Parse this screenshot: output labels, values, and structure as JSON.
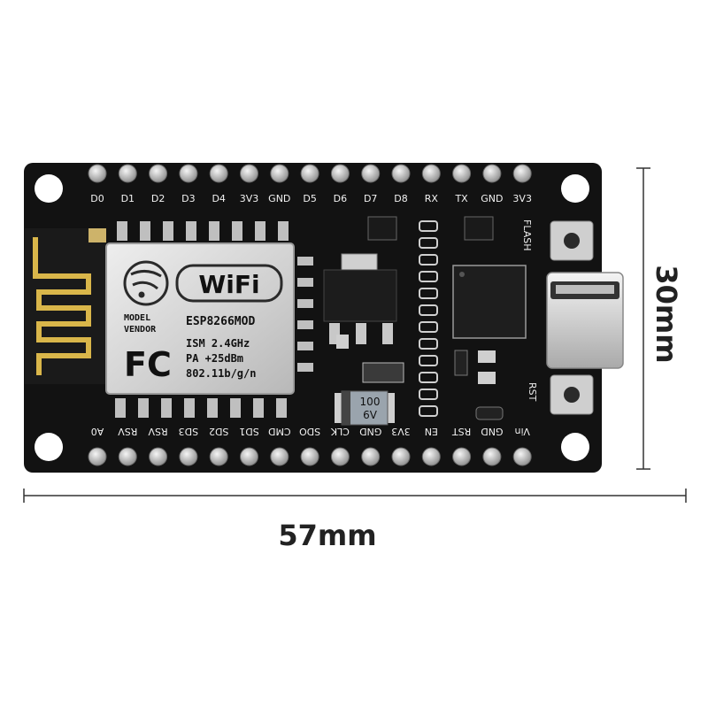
{
  "dimensions": {
    "width_label": "57mm",
    "height_label": "30mm"
  },
  "top_pins": [
    "D0",
    "D1",
    "D2",
    "D3",
    "D4",
    "3V3",
    "GND",
    "D5",
    "D6",
    "D7",
    "D8",
    "RX",
    "TX",
    "GND",
    "3V3"
  ],
  "bottom_pins": [
    "A0",
    "RSV",
    "RSV",
    "SD3",
    "SD2",
    "SD1",
    "CMD",
    "SDO",
    "CLK",
    "GND",
    "3V3",
    "EN",
    "RST",
    "GND",
    "Vin"
  ],
  "module": {
    "wifi_logo": "WiFi",
    "model_line1": "MODEL",
    "model_line2": "VENDOR",
    "part": "ESP8266MOD",
    "fcc": "FC",
    "spec1": "ISM 2.4GHz",
    "spec2": "PA  +25dBm",
    "spec3": "802.11b/g/n"
  },
  "buttons": {
    "flash_label": "FLASH",
    "rst_label": "RST"
  },
  "capacitor": {
    "value": "100",
    "voltage": "6V"
  },
  "colors": {
    "board": "#111111",
    "pin": "#c8c8c8",
    "shield": "#d9d9d9",
    "antenna": "#d9b64a"
  }
}
